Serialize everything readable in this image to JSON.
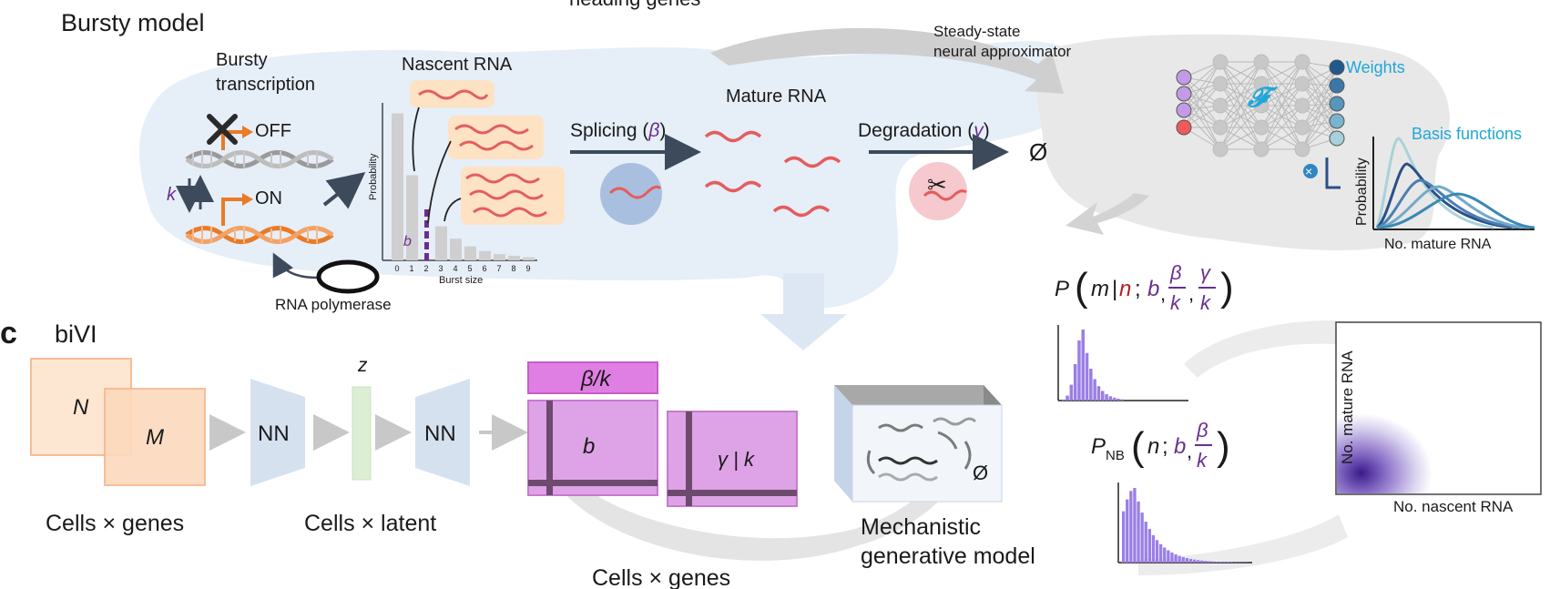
{
  "top_clip": "heading genes",
  "panel_b": {
    "title": "Bursty model",
    "bursty_transcription": [
      "Bursty",
      "transcription"
    ],
    "off": "OFF",
    "on": "ON",
    "k": "k",
    "rna_polymerase": "RNA polymerase",
    "nascent_rna": "Nascent RNA",
    "inset": {
      "ylabel": "Probability",
      "xlabel": "Burst size",
      "ticks": [
        "0",
        "1",
        "2",
        "3",
        "4",
        "5",
        "6",
        "7",
        "8",
        "9"
      ],
      "b": "b",
      "values": [
        0.95,
        0.55,
        0.35,
        0.22,
        0.14,
        0.09,
        0.06,
        0.04,
        0.03,
        0.02
      ]
    },
    "splicing": "Splicing (",
    "beta": "β",
    "close": ")",
    "mature_rna": "Mature RNA",
    "degradation": "Degradation (",
    "gamma": "γ",
    "empty_set": "Ø",
    "neural_approx": [
      "Steady-state",
      "neural approximator"
    ],
    "weights": "Weights",
    "basis_functions": "Basis functions",
    "f_symbol": "𝓕",
    "x_symbol": "×",
    "basis_ylabel": "Probability",
    "basis_xlabel": "No. mature RNA"
  },
  "formulas": {
    "p_main": "P",
    "m": "m",
    "bar": "|",
    "n": "n",
    "semicolon": ";",
    "b": "b",
    "comma": ",",
    "beta": "β",
    "gamma": "γ",
    "k": "k",
    "p_nb": "P",
    "nb_sub": "NB",
    "n2": "n"
  },
  "panel_c": {
    "letter": "c",
    "title": "biVI",
    "n": "N",
    "m": "M",
    "nn": "NN",
    "z": "z",
    "beta_k": "β/k",
    "b": "b",
    "gamma_k": "γ | k",
    "cells_genes": "Cells × genes",
    "cells_latent": "Cells × latent",
    "cells_genes_2": "Cells × genes",
    "mechanistic": [
      "Mechanistic",
      "generative model"
    ]
  },
  "heatmap": {
    "ylabel": "No. mature RNA",
    "xlabel": "No. nascent RNA"
  },
  "colors": {
    "blue_bg": "#e6eef8",
    "gray_bg": "#e8e8e8",
    "orange": "#ea7a25",
    "purple": "#6a2d91",
    "magenta": "#d98be0",
    "peach": "#fcdcc3",
    "hist_purple": "#9a7ee6"
  }
}
